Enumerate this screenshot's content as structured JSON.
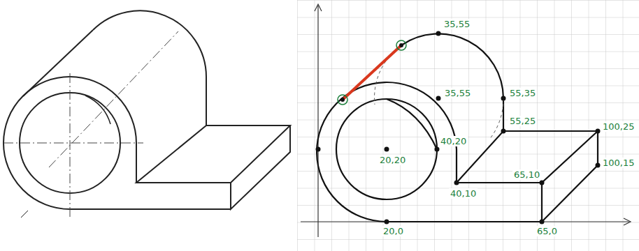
{
  "diagram": {
    "labels": [
      "35,55",
      "35,55",
      "55,35",
      "55,25",
      "100,25",
      "100,15",
      "40,20",
      "20,20",
      "40,10",
      "65,10",
      "20,0",
      "65,0"
    ]
  }
}
